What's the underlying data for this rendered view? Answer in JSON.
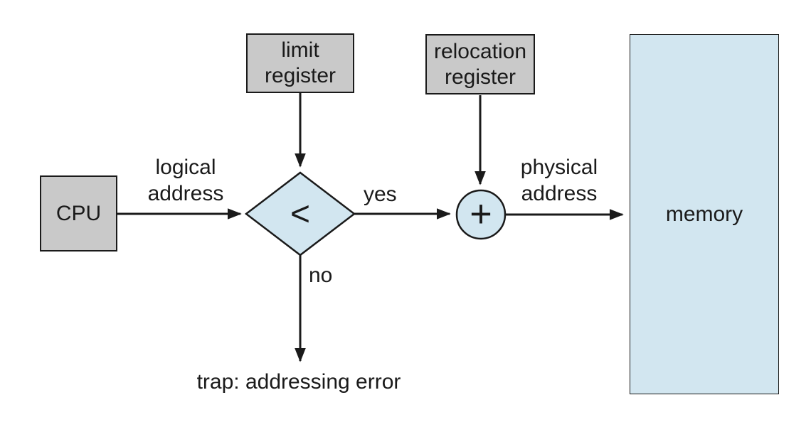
{
  "colors": {
    "background": "#ffffff",
    "box_gray": "#c9c9c9",
    "shape_blue": "#d2e6f0",
    "line": "#1a1a1a"
  },
  "nodes": {
    "cpu": {
      "label": "CPU"
    },
    "limit_register": {
      "label": "limit\nregister"
    },
    "relocation_register": {
      "label": "relocation\nregister"
    },
    "comparator": {
      "symbol": "<"
    },
    "adder": {
      "symbol": "+"
    },
    "memory": {
      "label": "memory"
    }
  },
  "labels": {
    "logical_address": "logical\naddress",
    "physical_address": "physical\naddress",
    "yes": "yes",
    "no": "no",
    "trap": "trap: addressing error"
  }
}
